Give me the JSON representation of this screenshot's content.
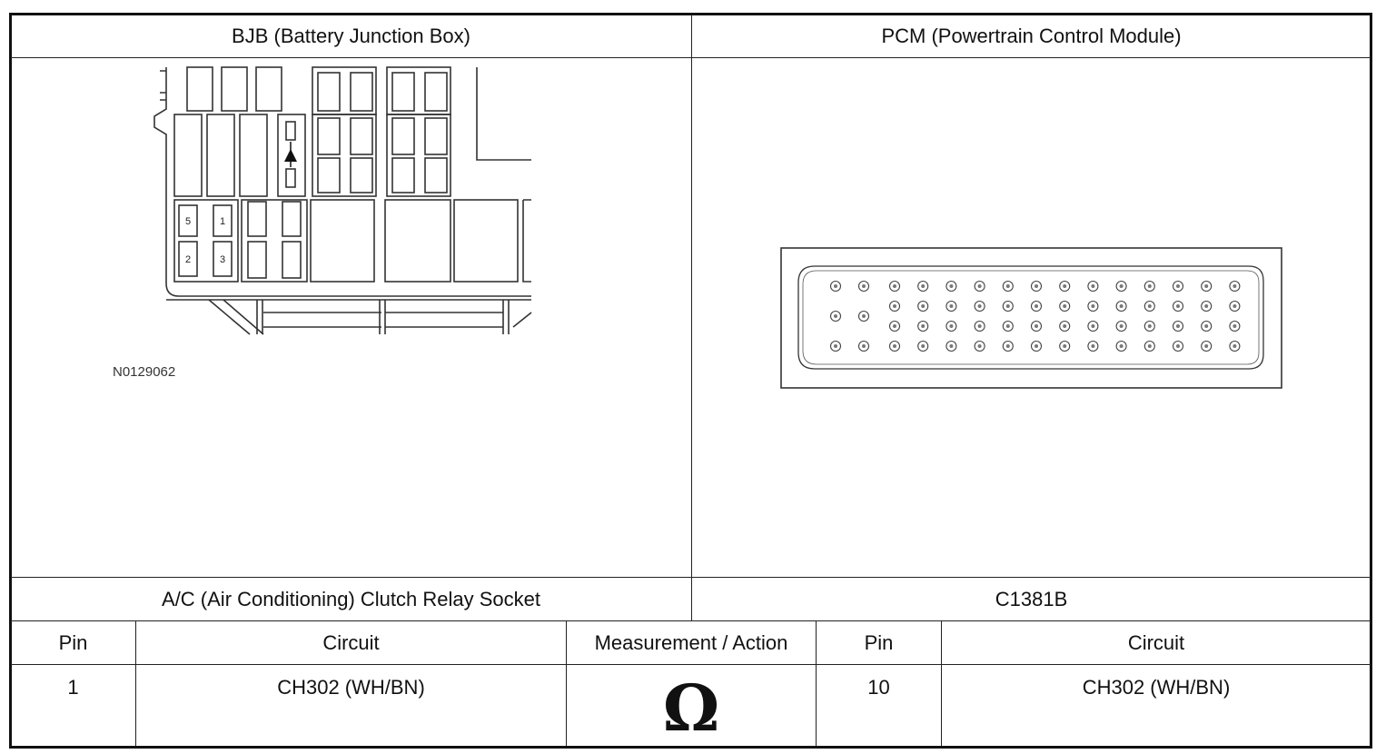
{
  "header": {
    "left_title": "BJB (Battery Junction Box)",
    "right_title": "PCM (Powertrain Control Module)"
  },
  "diagram": {
    "bjb_figure_id": "N0129062",
    "relay_pins": [
      "5",
      "1",
      "2",
      "3"
    ]
  },
  "connectors": {
    "left_label": "A/C (Air Conditioning) Clutch Relay Socket",
    "right_label": "C1381B"
  },
  "table": {
    "headers": [
      "Pin",
      "Circuit",
      "Measurement / Action",
      "Pin",
      "Circuit"
    ],
    "row": {
      "pin_a": "1",
      "circuit_a": "CH302 (WH/BN)",
      "measurement_symbol": "Ω",
      "pin_b": "10",
      "circuit_b": "CH302 (WH/BN)"
    }
  }
}
